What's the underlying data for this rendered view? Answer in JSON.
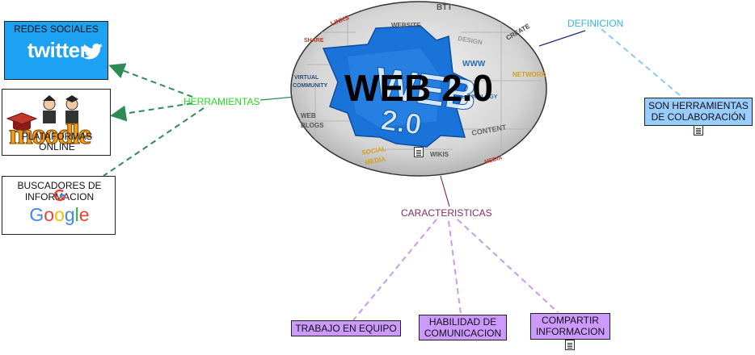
{
  "center": {
    "title": "WEB 2.0"
  },
  "branches": {
    "definicion": {
      "label": "DEFINICION",
      "color": "#33b5e5"
    },
    "herramientas": {
      "label": "HERRAMIENTAS",
      "color": "#22dd22"
    },
    "caracteristicas": {
      "label": "CARACTERISTICAS",
      "color": "#8a2a6a"
    }
  },
  "nodes": {
    "definicion_box": {
      "text": "SON HERRAMIENTAS DE COLABORACIÓN"
    },
    "redes": {
      "text": "REDES SOCIALES",
      "logo": "twitter"
    },
    "plataformas": {
      "text": "PLATAFORMAS ONLINE",
      "logo": "moodle"
    },
    "buscadores": {
      "text": "BUSCADORES DE INFORMACION",
      "logo": "Google"
    },
    "trabajo": {
      "text": "TRABAJO EN EQUIPO"
    },
    "habilidad": {
      "text": "HABILIDAD DE COMUNICACION"
    },
    "compartir": {
      "text": "COMPARTIR INFORMACION"
    }
  },
  "puzzle_words": [
    "LINKS",
    "WEBSITE",
    "DESIGN",
    "WWW",
    "NETWORK",
    "VIRTUAL COMMUNITY",
    "WEB BLOGS",
    "CONTENT",
    "SOCIAL MEDIA",
    "WIKIS",
    "TECHNOLOGY",
    "SHARE",
    "CREATE"
  ],
  "colors": {
    "box_blue": "#99ccff",
    "box_purple": "#cc99ff",
    "twitter_blue": "#1da1f2",
    "puzzle_blue": "#1a73d9"
  }
}
